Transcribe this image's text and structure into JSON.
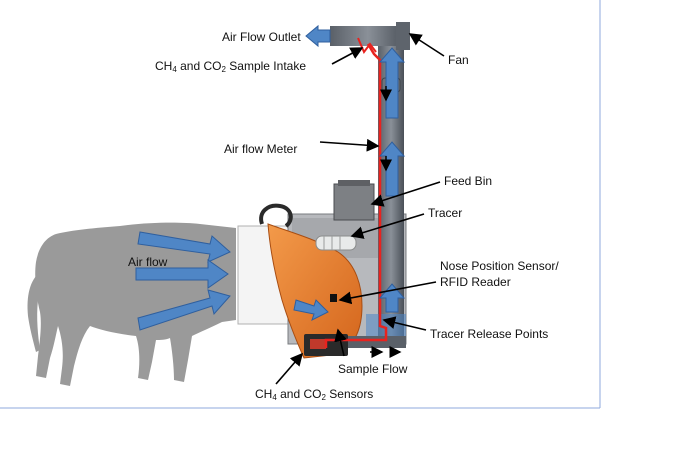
{
  "labels": {
    "air_flow_outlet": "Air Flow Outlet",
    "fan": "Fan",
    "sample_intake": {
      "pre": "CH",
      "sub1": "4",
      "mid": " and CO",
      "sub2": "2",
      "post": " Sample Intake"
    },
    "air_flow_meter": "Air flow Meter",
    "feed_bin": "Feed Bin",
    "tracer": "Tracer",
    "air_flow": "Air flow",
    "nose_sensor_line1": "Nose Position Sensor/",
    "nose_sensor_line2": "RFID Reader",
    "tracer_release_points": "Tracer Release Points",
    "sample_flow": "Sample Flow",
    "sensors": {
      "pre": "CH",
      "sub1": "4",
      "mid": " and CO",
      "sub2": "2",
      "post": " Sensors"
    }
  },
  "colors": {
    "airflow_arrow": "#4f86c6",
    "sample_line": "#e8231f",
    "cow": "#9a9a9a",
    "hood": "#e97a2a",
    "frame_border": "#8faadc"
  }
}
